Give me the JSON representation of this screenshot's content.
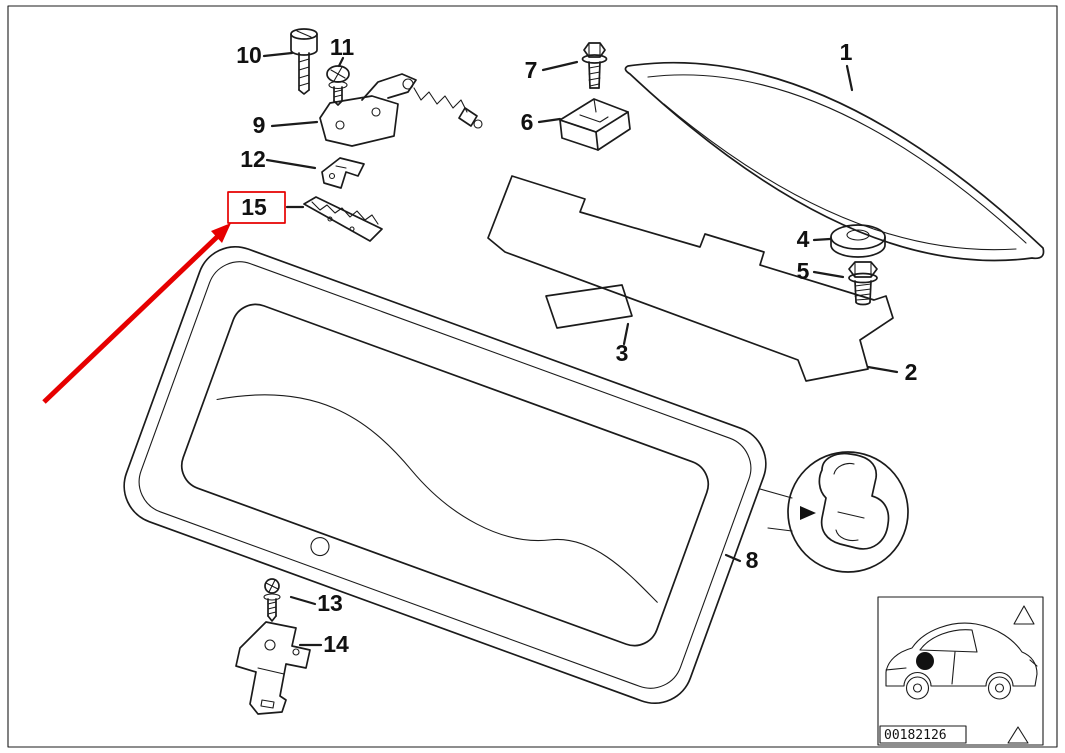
{
  "diagram": {
    "background_color": "#ffffff",
    "line_color": "#1b1b1b",
    "highlight_color": "#e60000",
    "highlighted_part": "15",
    "doc_number": "00182126",
    "parts": {
      "p1": "1",
      "p2": "2",
      "p3": "3",
      "p4": "4",
      "p5": "5",
      "p6": "6",
      "p7": "7",
      "p8": "8",
      "p9": "9",
      "p10": "10",
      "p11": "11",
      "p12": "12",
      "p13": "13",
      "p14": "14",
      "p15": "15"
    },
    "icons": {
      "warning_triangle": "warning-triangle-outline",
      "location_dot": "filled-black-circle"
    }
  }
}
